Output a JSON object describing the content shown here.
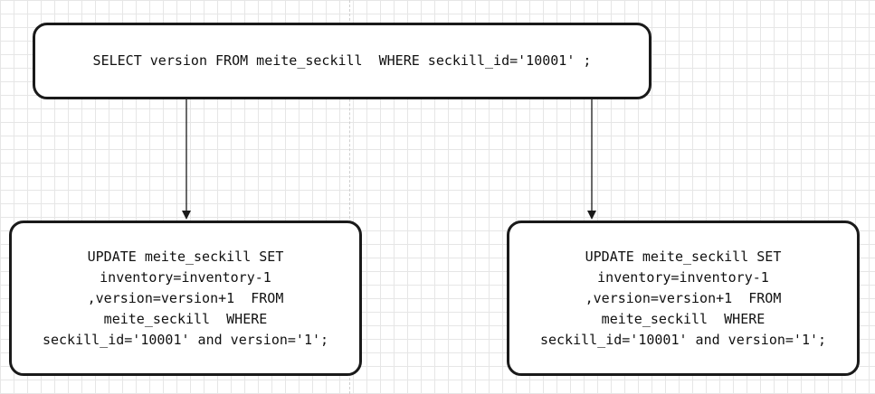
{
  "diagram": {
    "nodes": [
      {
        "id": "top",
        "text": "SELECT version FROM meite_seckill  WHERE seckill_id='10001' ;"
      },
      {
        "id": "left",
        "text": "UPDATE meite_seckill SET\ninventory=inventory-1\n,version=version+1  FROM\nmeite_seckill  WHERE\nseckill_id='10001' and version='1';"
      },
      {
        "id": "right",
        "text": "UPDATE meite_seckill SET\ninventory=inventory-1\n,version=version+1  FROM\nmeite_seckill  WHERE\nseckill_id='10001' and version='1';"
      }
    ],
    "edges": [
      {
        "from": "top",
        "to": "left"
      },
      {
        "from": "top",
        "to": "right"
      }
    ],
    "colors": {
      "stroke": "#1a1a1a",
      "text": "#111111",
      "grid": "#e6e6e6"
    }
  }
}
